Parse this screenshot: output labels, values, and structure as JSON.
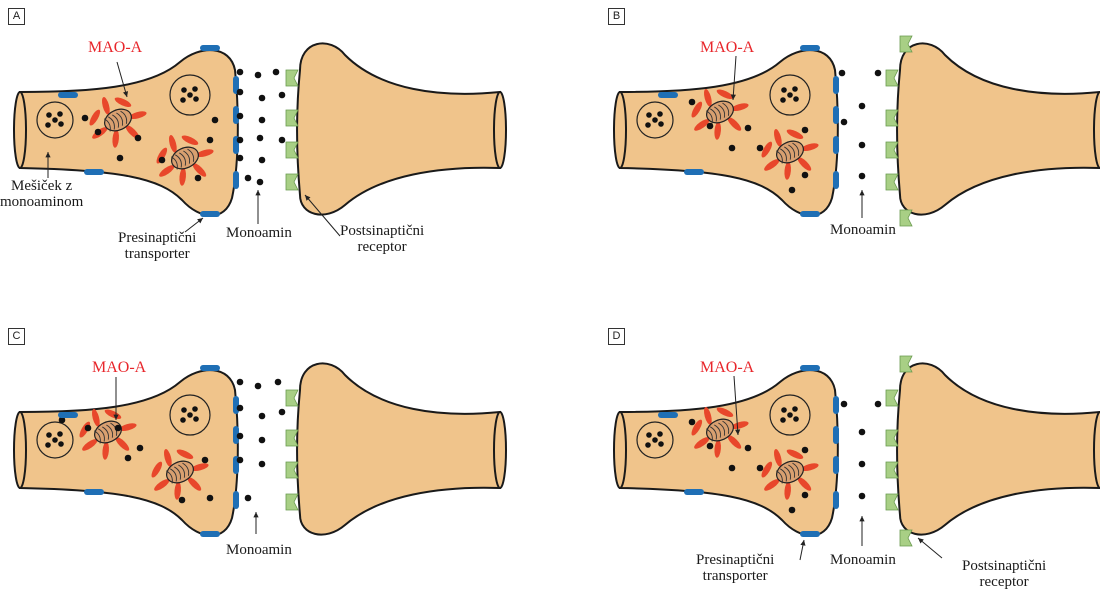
{
  "panels": [
    {
      "letter": "A",
      "mao_label": "MAO-A",
      "vesicle_label": "Mešiček z\nmonoaminom",
      "transporter_label": "Presinaptični\ntransporter",
      "monoamine_label": "Monoamin",
      "receptor_label": "Postsinaptični\nreceptor"
    },
    {
      "letter": "B",
      "mao_label": "MAO-A",
      "monoamine_label": "Monoamin"
    },
    {
      "letter": "C",
      "mao_label": "MAO-A",
      "monoamine_label": "Monoamin"
    },
    {
      "letter": "D",
      "mao_label": "MAO-A",
      "transporter_label": "Presinaptični\ntransporter",
      "monoamine_label": "Monoamin",
      "receptor_label": "Postsinaptični\nreceptor"
    }
  ],
  "colors": {
    "neuron_fill": "#f0c48b",
    "outline": "#1a1a1a",
    "transporter": "#1f6fb5",
    "receptor": "#a8cf85",
    "mao": "#e8472b",
    "mitochondrion": "#d9a070",
    "label_red": "#e8262b"
  }
}
